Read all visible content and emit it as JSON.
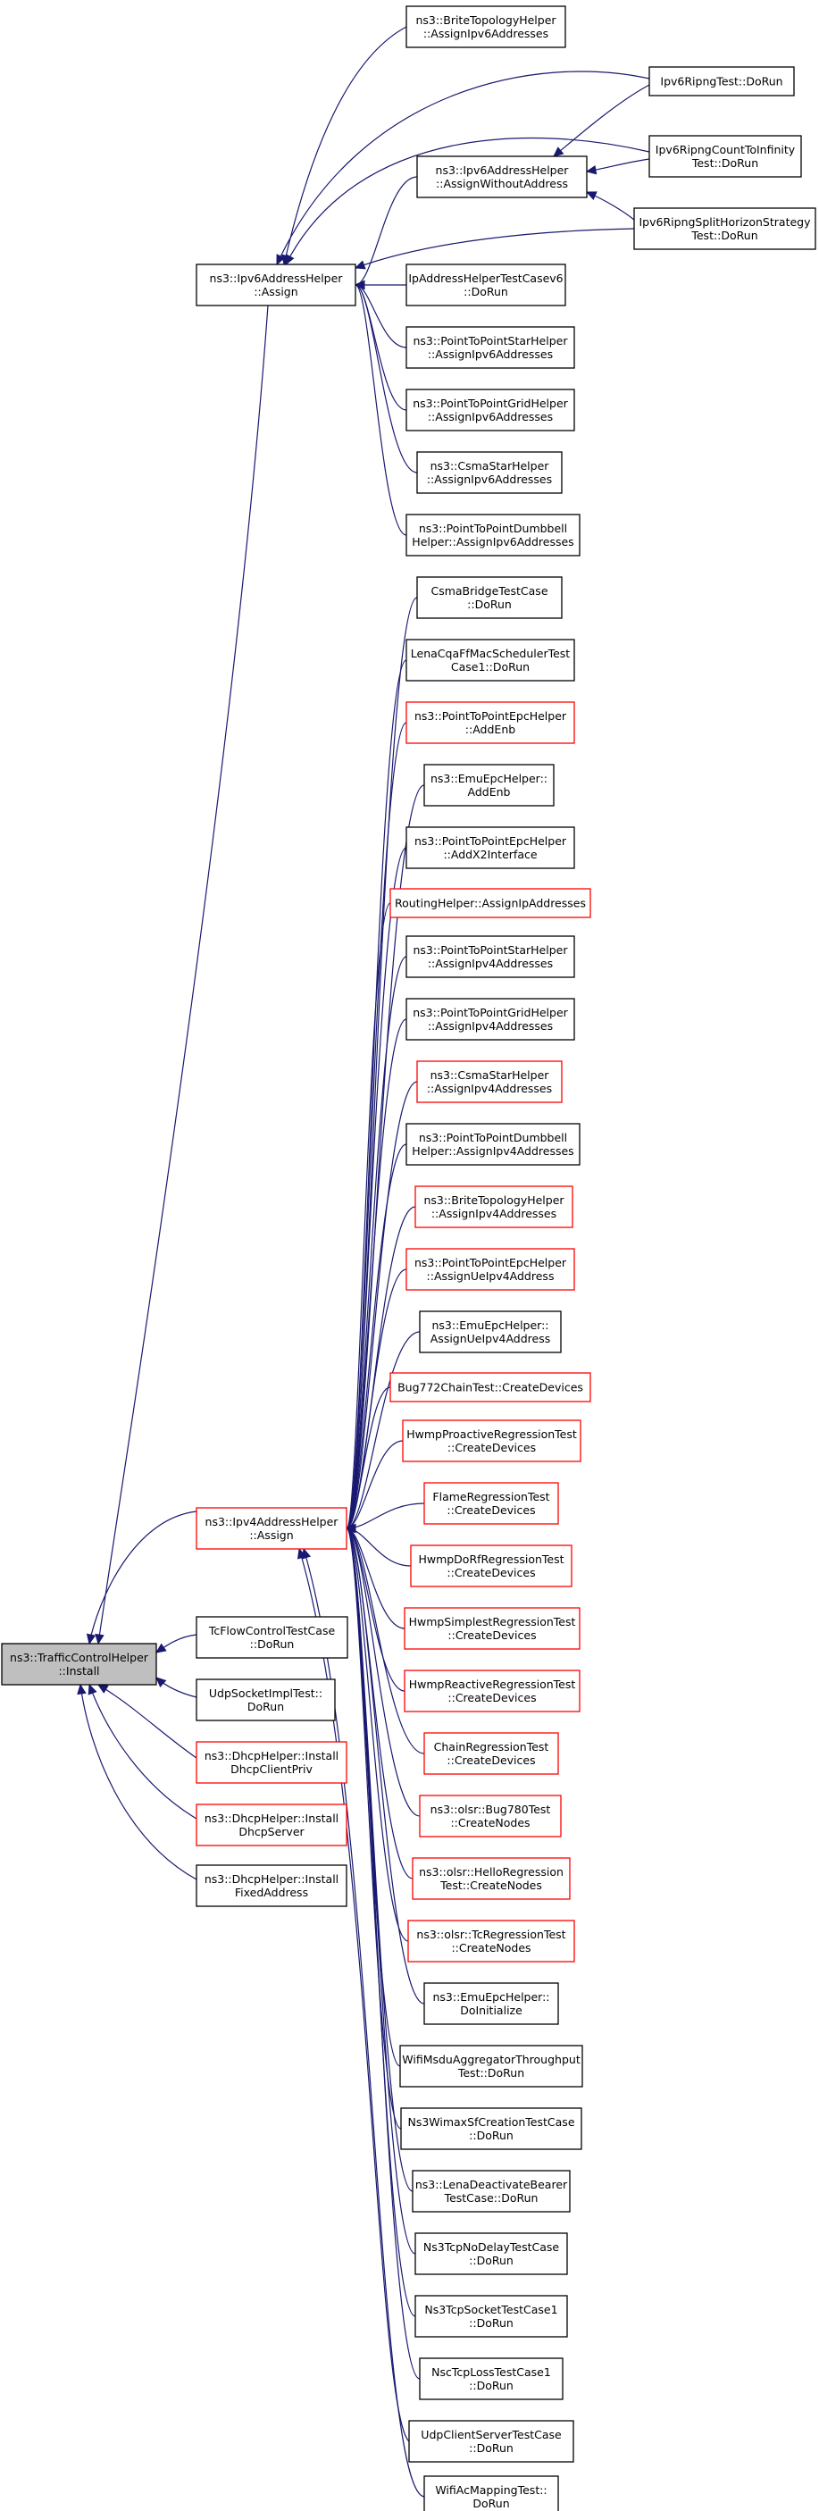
{
  "diagram": {
    "nodes": [
      {
        "id": "root",
        "lines": [
          "ns3::TrafficControlHelper",
          "::Install"
        ],
        "style": "root"
      },
      {
        "id": "ipv6assign",
        "lines": [
          "ns3::Ipv6AddressHelper",
          "::Assign"
        ],
        "style": "normal"
      },
      {
        "id": "ipv4assign",
        "lines": [
          "ns3::Ipv4AddressHelper",
          "::Assign"
        ],
        "style": "red"
      },
      {
        "id": "tcflow",
        "lines": [
          "TcFlowControlTestCase",
          "::DoRun"
        ],
        "style": "normal"
      },
      {
        "id": "udpsocket",
        "lines": [
          "UdpSocketImplTest::",
          "DoRun"
        ],
        "style": "normal"
      },
      {
        "id": "dhcpclient",
        "lines": [
          "ns3::DhcpHelper::Install",
          "DhcpClientPriv"
        ],
        "style": "red"
      },
      {
        "id": "dhcpserver",
        "lines": [
          "ns3::DhcpHelper::Install",
          "DhcpServer"
        ],
        "style": "red"
      },
      {
        "id": "dhcpfixed",
        "lines": [
          "ns3::DhcpHelper::Install",
          "FixedAddress"
        ],
        "style": "normal"
      },
      {
        "id": "brite6",
        "lines": [
          "ns3::BriteTopologyHelper",
          "::AssignIpv6Addresses"
        ],
        "style": "normal"
      },
      {
        "id": "ripng",
        "lines": [
          "Ipv6RipngTest::DoRun"
        ],
        "style": "normal"
      },
      {
        "id": "assignwo",
        "lines": [
          "ns3::Ipv6AddressHelper",
          "::AssignWithoutAddress"
        ],
        "style": "normal"
      },
      {
        "id": "ripngcount",
        "lines": [
          "Ipv6RipngCountToInfinity",
          "Test::DoRun"
        ],
        "style": "normal"
      },
      {
        "id": "ripngsplit",
        "lines": [
          "Ipv6RipngSplitHorizonStrategy",
          "Test::DoRun"
        ],
        "style": "normal"
      },
      {
        "id": "ipaddrv6",
        "lines": [
          "IpAddressHelperTestCasev6",
          "::DoRun"
        ],
        "style": "normal"
      },
      {
        "id": "p2pstar6",
        "lines": [
          "ns3::PointToPointStarHelper",
          "::AssignIpv6Addresses"
        ],
        "style": "normal"
      },
      {
        "id": "p2pgrid6",
        "lines": [
          "ns3::PointToPointGridHelper",
          "::AssignIpv6Addresses"
        ],
        "style": "normal"
      },
      {
        "id": "csmastar6",
        "lines": [
          "ns3::CsmaStarHelper",
          "::AssignIpv6Addresses"
        ],
        "style": "normal"
      },
      {
        "id": "p2pdumb6",
        "lines": [
          "ns3::PointToPointDumbbell",
          "Helper::AssignIpv6Addresses"
        ],
        "style": "normal"
      },
      {
        "id": "csmabridge",
        "lines": [
          "CsmaBridgeTestCase",
          "::DoRun"
        ],
        "style": "normal"
      },
      {
        "id": "lenacqa",
        "lines": [
          "LenaCqaFfMacSchedulerTest",
          "Case1::DoRun"
        ],
        "style": "normal"
      },
      {
        "id": "p2pepcaddenb",
        "lines": [
          "ns3::PointToPointEpcHelper",
          "::AddEnb"
        ],
        "style": "red"
      },
      {
        "id": "emuaddenb",
        "lines": [
          "ns3::EmuEpcHelper::",
          "AddEnb"
        ],
        "style": "normal"
      },
      {
        "id": "p2pepcx2",
        "lines": [
          "ns3::PointToPointEpcHelper",
          "::AddX2Interface"
        ],
        "style": "normal"
      },
      {
        "id": "routing",
        "lines": [
          "RoutingHelper::AssignIpAddresses"
        ],
        "style": "red"
      },
      {
        "id": "p2pstar4",
        "lines": [
          "ns3::PointToPointStarHelper",
          "::AssignIpv4Addresses"
        ],
        "style": "normal"
      },
      {
        "id": "p2pgrid4",
        "lines": [
          "ns3::PointToPointGridHelper",
          "::AssignIpv4Addresses"
        ],
        "style": "normal"
      },
      {
        "id": "csmastar4",
        "lines": [
          "ns3::CsmaStarHelper",
          "::AssignIpv4Addresses"
        ],
        "style": "red"
      },
      {
        "id": "p2pdumb4",
        "lines": [
          "ns3::PointToPointDumbbell",
          "Helper::AssignIpv4Addresses"
        ],
        "style": "normal"
      },
      {
        "id": "brite4",
        "lines": [
          "ns3::BriteTopologyHelper",
          "::AssignIpv4Addresses"
        ],
        "style": "red"
      },
      {
        "id": "p2pepcue",
        "lines": [
          "ns3::PointToPointEpcHelper",
          "::AssignUeIpv4Address"
        ],
        "style": "red"
      },
      {
        "id": "emuue",
        "lines": [
          "ns3::EmuEpcHelper::",
          "AssignUeIpv4Address"
        ],
        "style": "normal"
      },
      {
        "id": "bug772",
        "lines": [
          "Bug772ChainTest::CreateDevices"
        ],
        "style": "red"
      },
      {
        "id": "hwmpproactive",
        "lines": [
          "HwmpProactiveRegressionTest",
          "::CreateDevices"
        ],
        "style": "red"
      },
      {
        "id": "flame",
        "lines": [
          "FlameRegressionTest",
          "::CreateDevices"
        ],
        "style": "red"
      },
      {
        "id": "hwmpdorf",
        "lines": [
          "HwmpDoRfRegressionTest",
          "::CreateDevices"
        ],
        "style": "red"
      },
      {
        "id": "hwmpsimplest",
        "lines": [
          "HwmpSimplestRegressionTest",
          "::CreateDevices"
        ],
        "style": "red"
      },
      {
        "id": "hwmpreactive",
        "lines": [
          "HwmpReactiveRegressionTest",
          "::CreateDevices"
        ],
        "style": "red"
      },
      {
        "id": "chain",
        "lines": [
          "ChainRegressionTest",
          "::CreateDevices"
        ],
        "style": "red"
      },
      {
        "id": "bug780",
        "lines": [
          "ns3::olsr::Bug780Test",
          "::CreateNodes"
        ],
        "style": "red"
      },
      {
        "id": "hello",
        "lines": [
          "ns3::olsr::HelloRegression",
          "Test::CreateNodes"
        ],
        "style": "red"
      },
      {
        "id": "tcreg",
        "lines": [
          "ns3::olsr::TcRegressionTest",
          "::CreateNodes"
        ],
        "style": "red"
      },
      {
        "id": "emuinit",
        "lines": [
          "ns3::EmuEpcHelper::",
          "DoInitialize"
        ],
        "style": "normal"
      },
      {
        "id": "wifimsdu",
        "lines": [
          "WifiMsduAggregatorThroughput",
          "Test::DoRun"
        ],
        "style": "normal"
      },
      {
        "id": "wimaxsf",
        "lines": [
          "Ns3WimaxSfCreationTestCase",
          "::DoRun"
        ],
        "style": "normal"
      },
      {
        "id": "lenadeact",
        "lines": [
          "ns3::LenaDeactivateBearer",
          "TestCase::DoRun"
        ],
        "style": "normal"
      },
      {
        "id": "tcpnodelay",
        "lines": [
          "Ns3TcpNoDelayTestCase",
          "::DoRun"
        ],
        "style": "normal"
      },
      {
        "id": "tcpsocket",
        "lines": [
          "Ns3TcpSocketTestCase1",
          "::DoRun"
        ],
        "style": "normal"
      },
      {
        "id": "nsctcp",
        "lines": [
          "NscTcpLossTestCase1",
          "::DoRun"
        ],
        "style": "normal"
      },
      {
        "id": "udpclient",
        "lines": [
          "UdpClientServerTestCase",
          "::DoRun"
        ],
        "style": "normal"
      },
      {
        "id": "wifiac",
        "lines": [
          "WifiAcMappingTest::",
          "DoRun"
        ],
        "style": "normal"
      }
    ]
  }
}
